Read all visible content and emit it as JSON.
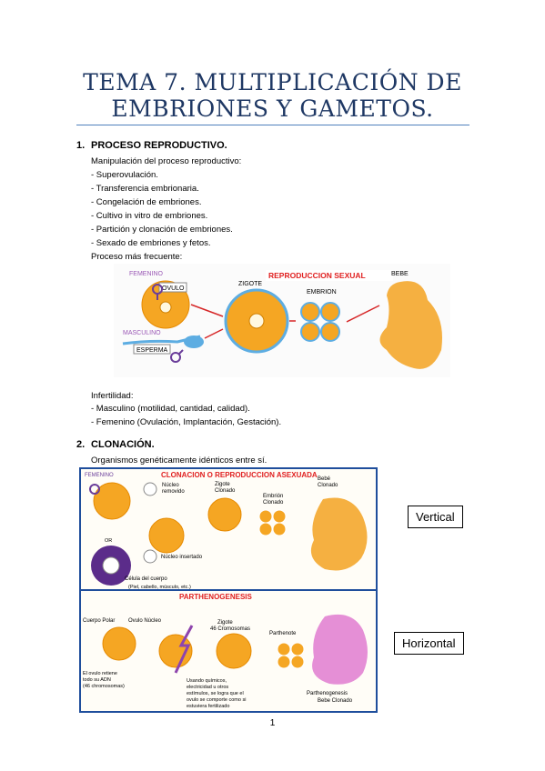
{
  "title_line1": "TEMA 7. MULTIPLICACIÓN DE",
  "title_line2": "EMBRIONES Y GAMETOS.",
  "section1": {
    "number": "1.",
    "heading": "PROCESO REPRODUCTIVO.",
    "intro": "Manipulación del proceso reproductivo:",
    "items": [
      "- Superovulación.",
      "- Transferencia embrionaria.",
      "- Congelación de embriones.",
      "- Cultivo in vitro de embriones.",
      "- Partición y clonación de embriones.",
      "- Sexado de embriones y fetos."
    ],
    "frequent": "Proceso más frecuente:",
    "infertility_title": "Infertilidad:",
    "infertility_items": [
      "- Masculino (motilidad, cantidad, calidad).",
      "- Femenino (Ovulación, Implantación, Gestación)."
    ]
  },
  "figure1": {
    "femenino": "FEMENINO",
    "ovulo": "OVULO",
    "masculino": "MASCULINO",
    "esperma": "ESPERMA",
    "zigote": "ZIGOTE",
    "banner": "REPRODUCCION SEXUAL",
    "embrion": "EMBRION",
    "bebe": "BEBE"
  },
  "section2": {
    "number": "2.",
    "heading": "CLONACIÓN.",
    "intro": "Organismos genéticamente idénticos entre sí."
  },
  "figure2": {
    "femenino": "FEMENINO",
    "banner": "CLONACION O REPRODUCCION ASEXUADA",
    "nucleo_removido_1": "Núcleo",
    "nucleo_removido_2": "removido",
    "zigote_1": "Zigote",
    "zigote_2": "Clonado",
    "embrion_1": "Embrión",
    "embrion_2": "Clonado",
    "bebe_1": "Bebé",
    "bebe_2": "Clonado",
    "or": "OR",
    "nucleo_insertado": "Núcleo insertado",
    "celula_1": "Célula del cuerpo",
    "celula_2": "(Piel, cabello, músculo, etc.)"
  },
  "figure3": {
    "banner": "PARTHENOGENESIS",
    "cuerpo_polar": "Cuerpo Polar",
    "ovulo_nucleo": "Ovulo Núcleo",
    "zigote_1": "Zigote",
    "zigote_2": "46 Cromosomas",
    "parthenote": "Parthenote",
    "retiene_1": "El ovulo retiene",
    "retiene_2": "todo su ADN",
    "retiene_3": "(46 chromosomas)",
    "quimicos_1": "Usando químicos,",
    "quimicos_2": "electricidad u otros",
    "quimicos_3": "estímulos, se logra que el",
    "quimicos_4": "ovulo se comporte como si",
    "quimicos_5": "estuviera fertilizado",
    "bebe_1": "Parthenogenesis",
    "bebe_2": "Bebe Clonado"
  },
  "labels": {
    "vertical": "Vertical",
    "horizontal": "Horizontal"
  },
  "page_number": "1",
  "colors": {
    "title": "#1f3864",
    "rule": "#4f81bd",
    "banner_red": "#e02020",
    "egg_orange": "#f5a623",
    "frame_blue": "#1f4e9c"
  }
}
